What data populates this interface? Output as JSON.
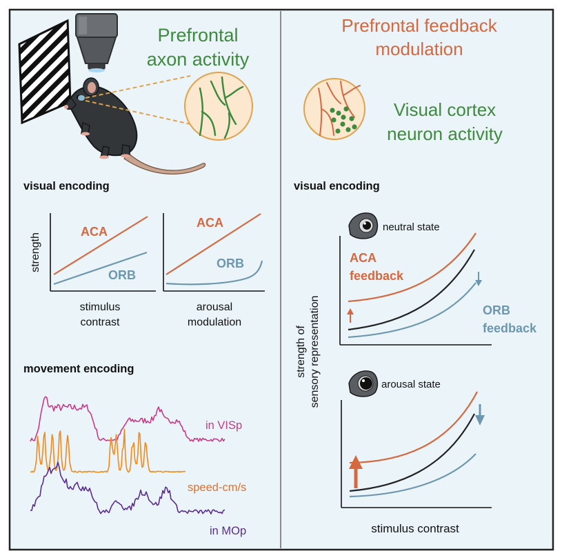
{
  "colors": {
    "background": "#eaf4f9",
    "frame": "#222222",
    "divider": "#8a8a8a",
    "prefrontal": "#d5683f",
    "visual_green": "#3e8a3e",
    "aca": "#d5683f",
    "orb": "#6d97ae",
    "neutral_curve": "#222222",
    "visp_trace": "#c83a88",
    "speed_trace": "#f28a17",
    "mop_trace": "#5a2c90",
    "circle_fill": "#fbe8cf",
    "circle_stroke": "#e0a24c"
  },
  "left": {
    "title_line1": "Prefrontal",
    "title_line2": "axon activity",
    "visual_heading": "visual encoding",
    "plot1": {
      "ylabel": "strength",
      "xlabel_line1": "stimulus",
      "xlabel_line2": "contrast",
      "aca_label": "ACA",
      "orb_label": "ORB"
    },
    "plot2": {
      "xlabel_line1": "arousal",
      "xlabel_line2": "modulation",
      "aca_label": "ACA",
      "orb_label": "ORB"
    },
    "movement_heading": "movement encoding",
    "trace_labels": {
      "visp": "in VISp",
      "speed": "speed-cm/s",
      "mop": "in MOp"
    }
  },
  "right": {
    "title_line1": "Prefrontal feedback",
    "title_line2": "modulation",
    "subtitle_line1": "Visual cortex",
    "subtitle_line2": "neuron activity",
    "visual_heading": "visual encoding",
    "ylabel_line1": "strength of",
    "ylabel_line2": "sensory representation",
    "xlabel": "stimulus contrast",
    "top_plot": {
      "state_label": "neutral state",
      "aca_label_line1": "ACA",
      "aca_label_line2": "feedback",
      "orb_label_line1": "ORB",
      "orb_label_line2": "feedback"
    },
    "bottom_plot": {
      "state_label": "arousal state"
    }
  }
}
